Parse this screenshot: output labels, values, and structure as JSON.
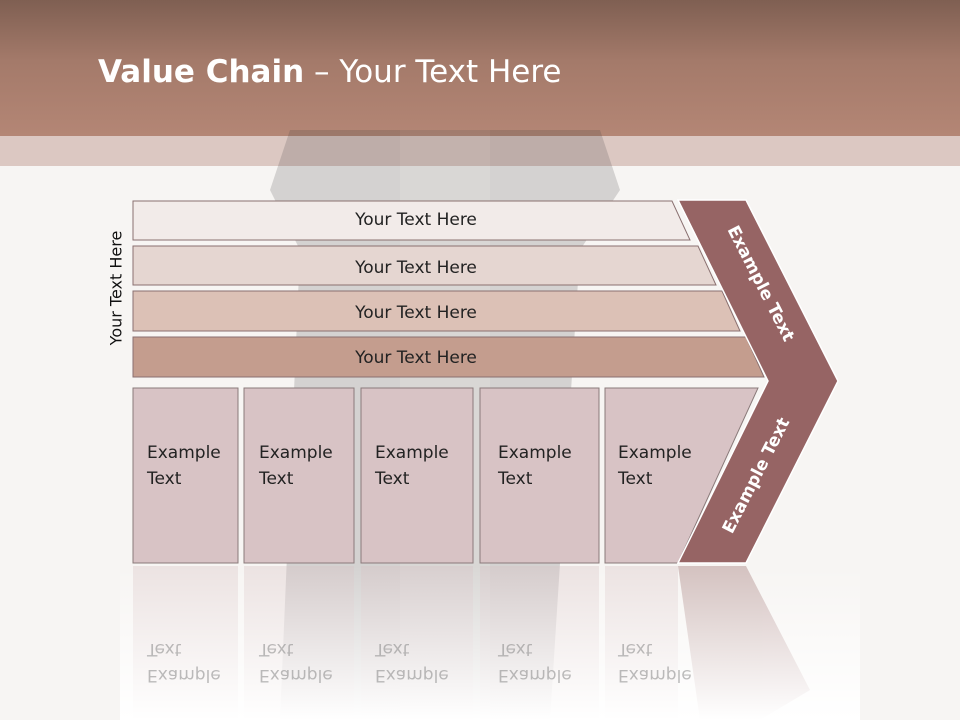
{
  "title": {
    "bold": "Value Chain",
    "rest": " – Your Text Here"
  },
  "side_label": "Your Text Here",
  "bars": [
    {
      "label": "Your Text Here",
      "color": "#f2ebe9"
    },
    {
      "label": "Your Text Here",
      "color": "#e5d6d1"
    },
    {
      "label": "Your Text Here",
      "color": "#dcc1b6"
    },
    {
      "label": "Your Text Here",
      "color": "#c49d8e"
    }
  ],
  "columns": [
    {
      "line1": "Example",
      "line2": "Text"
    },
    {
      "line1": "Example",
      "line2": "Text"
    },
    {
      "line1": "Example",
      "line2": "Text"
    },
    {
      "line1": "Example",
      "line2": "Text"
    },
    {
      "line1": "Example",
      "line2": "Text"
    }
  ],
  "chevron": {
    "top_text": "Example Text",
    "bottom_text": "Example Text",
    "color": "#966464"
  },
  "colors": {
    "header": "#a47a6a",
    "column_fill": "#d8c3c5",
    "column_border": "#8a7a7a"
  }
}
